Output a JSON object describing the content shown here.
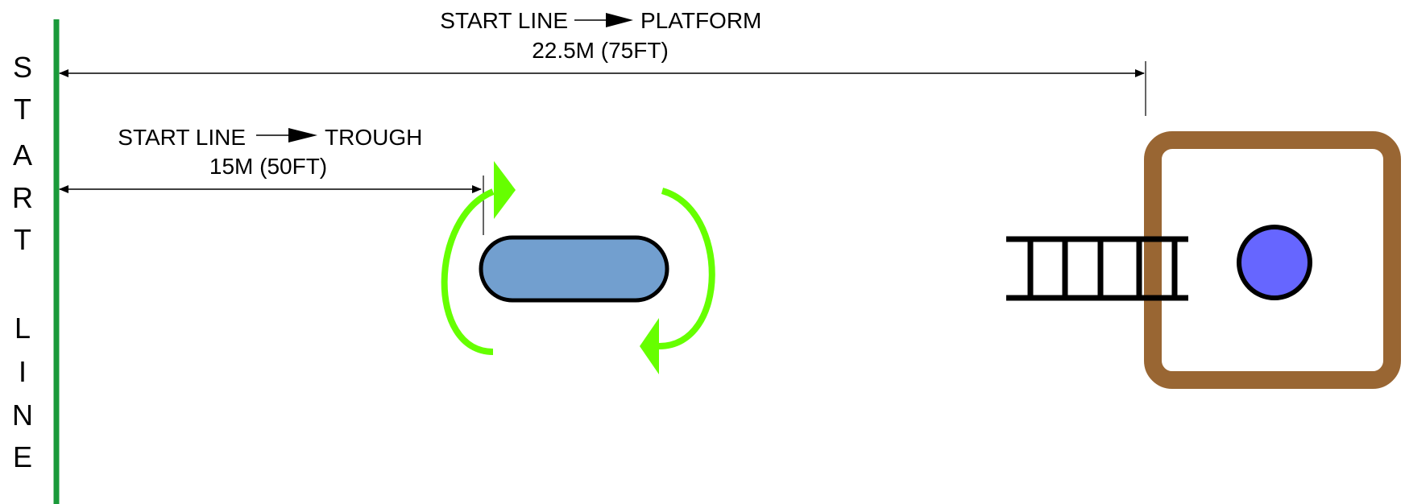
{
  "start_line": {
    "letters": [
      "S",
      "T",
      "A",
      "R",
      "T",
      "L",
      "I",
      "N",
      "E"
    ],
    "color": "#1a9a3a"
  },
  "platform_dimension": {
    "from_label": "START LINE",
    "to_label": "PLATFORM",
    "distance_label": "22.5M (75FT)"
  },
  "trough_dimension": {
    "from_label": "START LINE",
    "to_label": "TROUGH",
    "distance_label": "15M (50FT)"
  },
  "trough": {
    "fill_color": "#729fcf"
  },
  "rotation_arrows": {
    "color": "#66ff00"
  },
  "platform": {
    "frame_color": "#996633",
    "target_color": "#6666ff"
  },
  "ladder": {
    "color": "#000000"
  },
  "icons": [
    "arrow-right-icon",
    "rotate-icon",
    "ladder-icon"
  ]
}
